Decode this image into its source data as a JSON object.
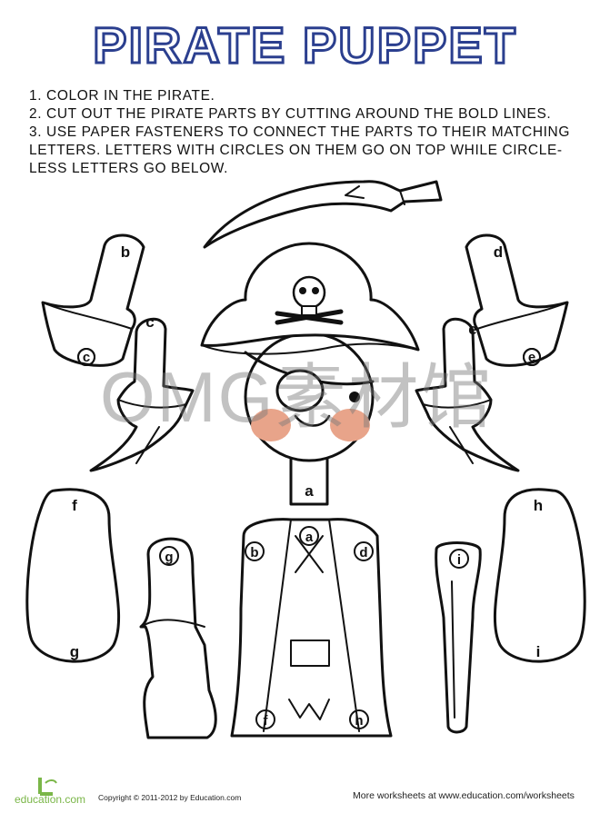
{
  "title": "PIRATE PUPPET",
  "instructions": [
    "1. COLOR IN THE PIRATE.",
    "2. CUT OUT THE PIRATE PARTS BY CUTTING AROUND THE BOLD LINES.",
    "3. USE PAPER FASTENERS TO CONNECT THE PARTS TO THEIR MATCHING",
    "LETTERS. LETTERS WITH CIRCLES ON THEM GO ON TOP WHILE CIRCLE-",
    "LESS LETTERS GO BELOW."
  ],
  "labels": {
    "head_a": "a",
    "arm_left_b": "b",
    "arm_left_c": "c",
    "arm_left_lower_c": "c",
    "arm_right_d": "d",
    "arm_right_e": "e",
    "arm_right_lower_e": "e",
    "leg_left_f": "f",
    "leg_left_g": "g",
    "boot_g": "g",
    "leg_right_h": "h",
    "leg_right_i": "i",
    "peg_i": "i",
    "body_a": "a",
    "body_b": "b",
    "body_d": "d",
    "body_f": "f",
    "body_h": "h"
  },
  "watermark": "OMG素材馆",
  "footer": {
    "logo_text": "education",
    "logo_suffix": ".com",
    "copyright": "Copyright © 2011-2012 by Education.com",
    "more": "More worksheets at www.education.com/worksheets"
  },
  "colors": {
    "title_outline": "#2b3f8f",
    "cheek": "#e8a48a",
    "logo_green": "#7ab648"
  }
}
